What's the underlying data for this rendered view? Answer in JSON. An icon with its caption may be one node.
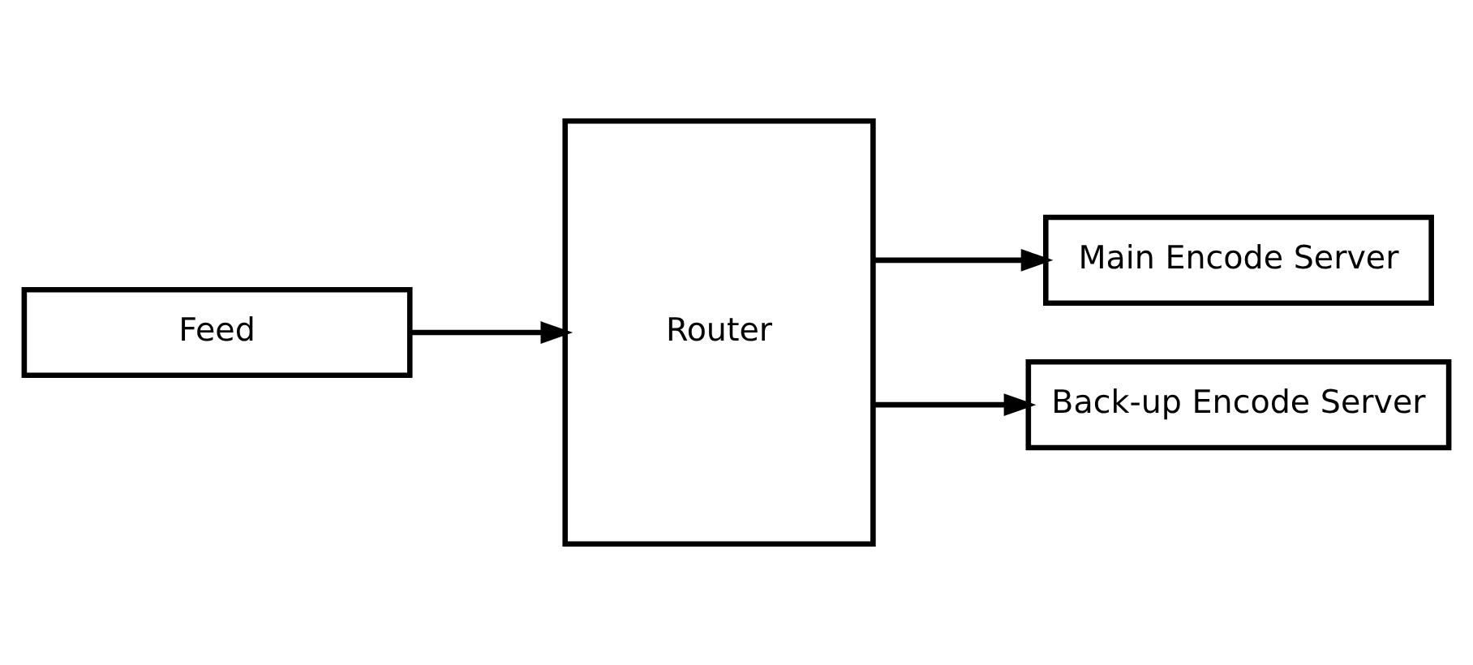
{
  "diagram": {
    "nodes": [
      {
        "text": [
          "Feed"
        ]
      },
      {
        "text": [
          "Router"
        ]
      },
      {
        "text": [
          "Main Encode Server"
        ]
      },
      {
        "text": [
          "Back-up Encode Server"
        ]
      }
    ],
    "edges": [
      {
        "from": 0,
        "to": 1,
        "arrow": "to"
      },
      {
        "from": 1,
        "to": 2,
        "arrow": "to"
      },
      {
        "from": 1,
        "to": 3,
        "arrow": "to"
      }
    ]
  }
}
